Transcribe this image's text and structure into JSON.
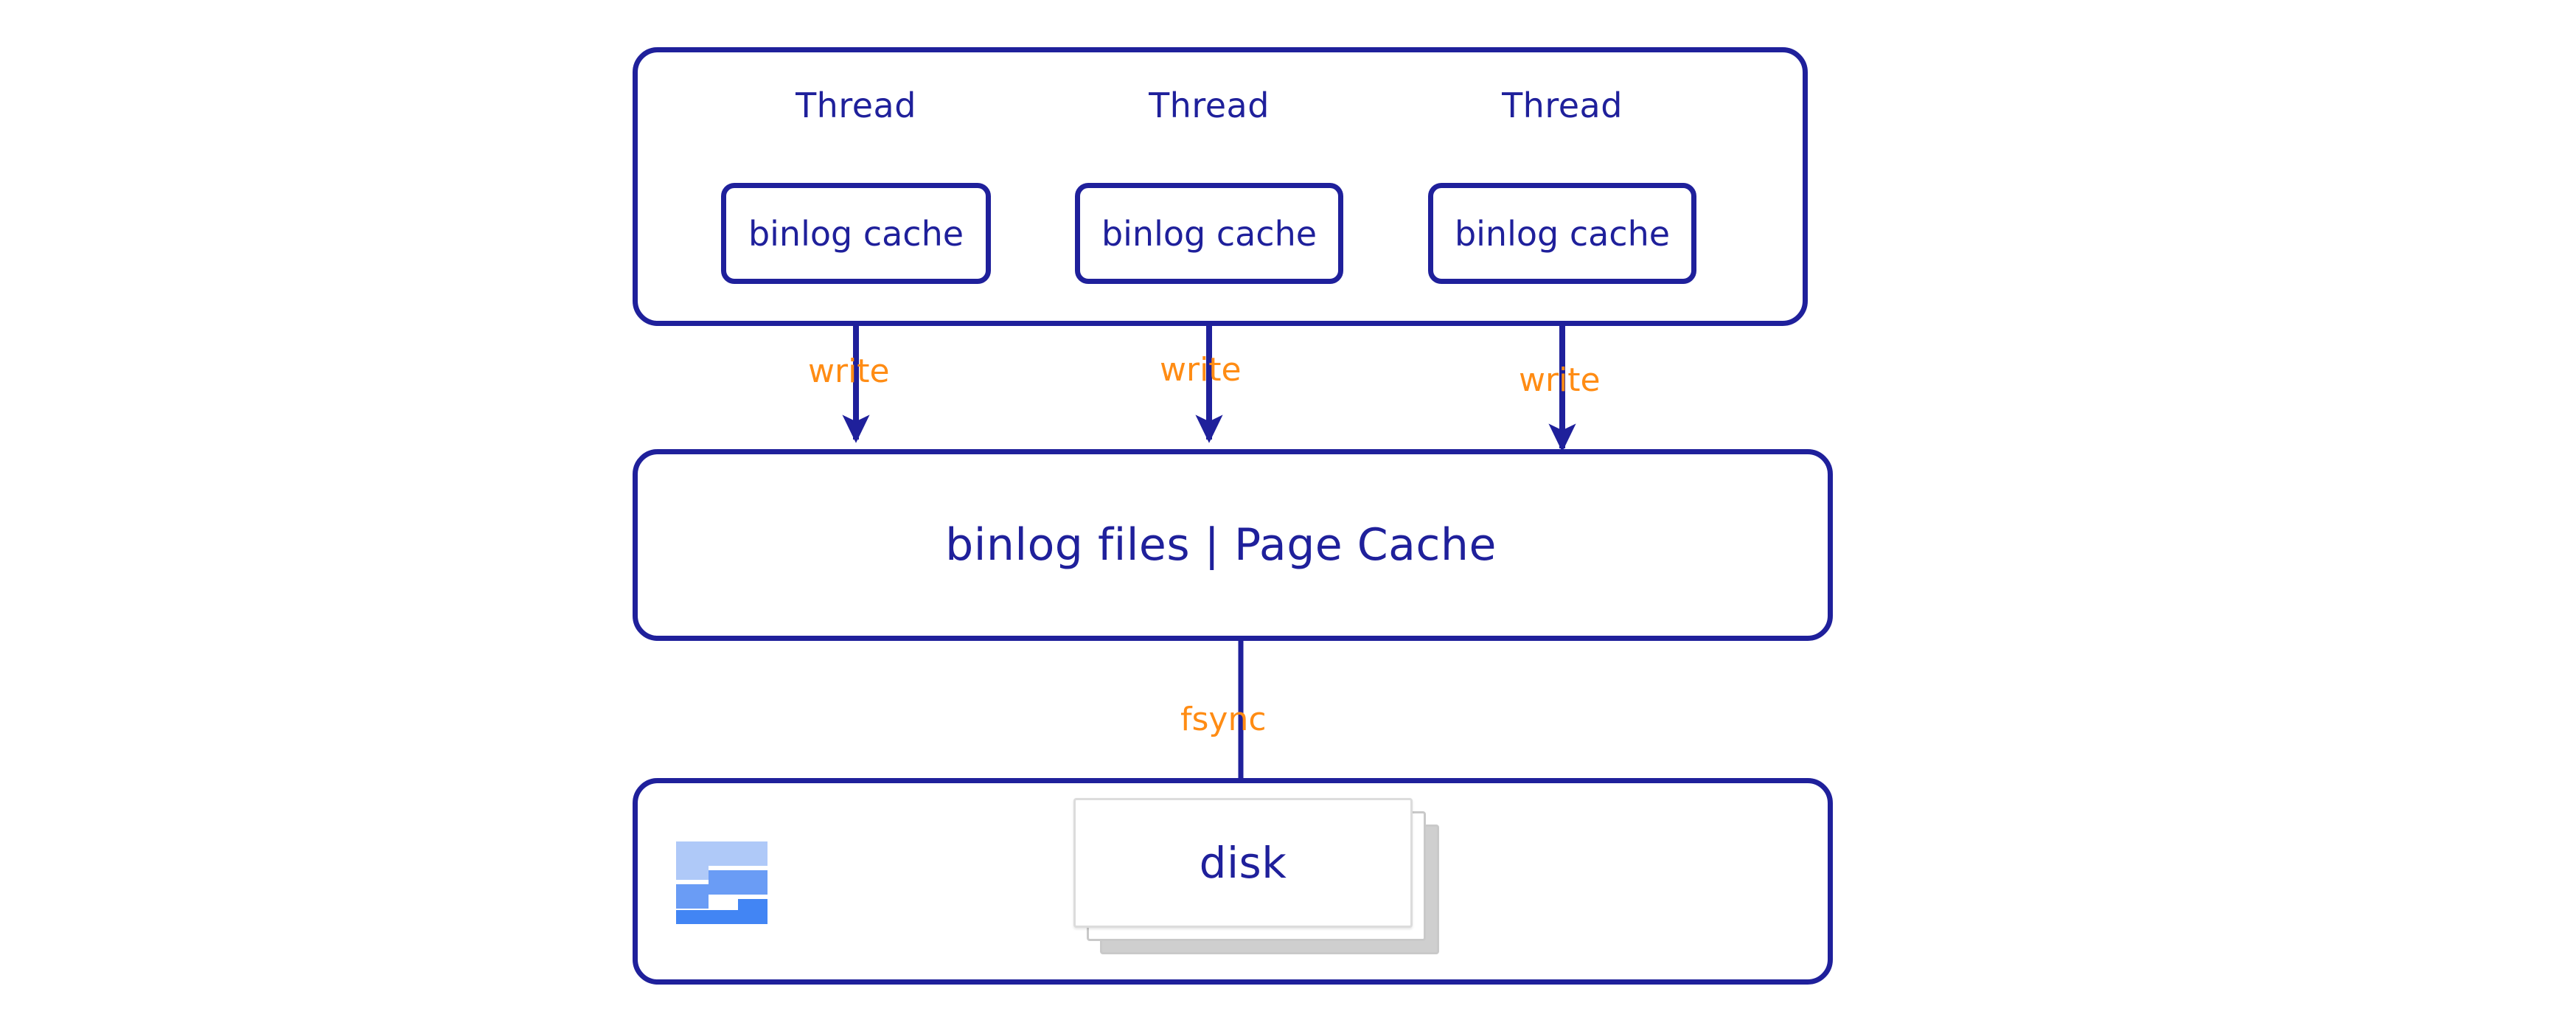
{
  "diagram": {
    "title": "MySQL binlog write and fsync flow",
    "colors": {
      "stroke_blue": "#1F209B",
      "text_blue": "#1F209B",
      "accent_orange": "#FF8C14",
      "icon_blue_light": "#AFC9F8",
      "icon_blue_mid": "#6A9CF5",
      "icon_blue_dark": "#4285F4",
      "card_border_gray": "#C9C9C9",
      "background": "#FFFFFF"
    },
    "threads": [
      {
        "title": "Thread",
        "cache_label": "binlog cache",
        "edge_label": "write"
      },
      {
        "title": "Thread",
        "cache_label": "binlog cache",
        "edge_label": "write"
      },
      {
        "title": "Thread",
        "cache_label": "binlog cache",
        "edge_label": "write"
      }
    ],
    "page_cache": {
      "label": "binlog files | Page Cache",
      "edge_label": "fsync"
    },
    "disk": {
      "label": "disk",
      "icon_name": "stairs-icon",
      "card_count": 3
    }
  }
}
